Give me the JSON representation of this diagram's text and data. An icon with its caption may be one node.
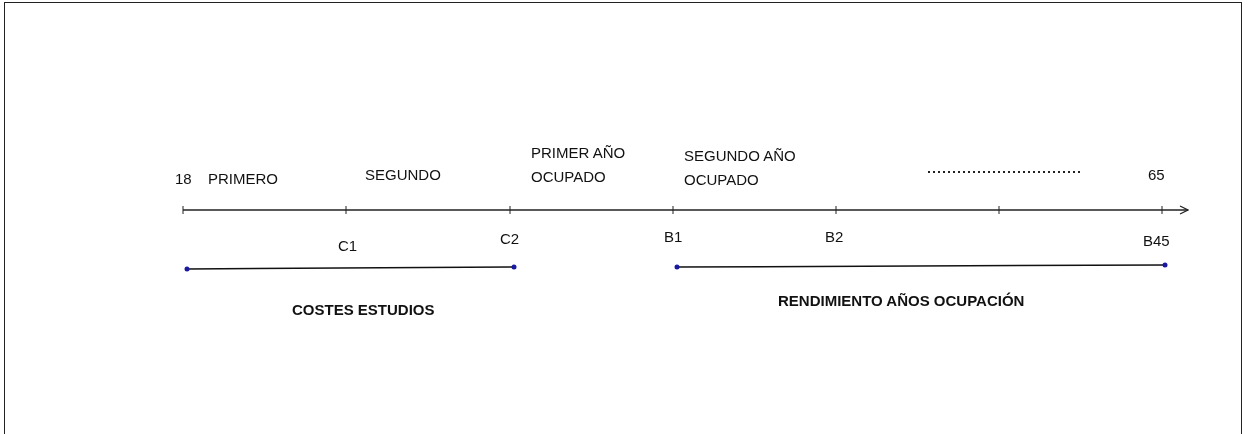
{
  "diagram": {
    "labels": [
      "18",
      "PRIMERO",
      "SEGUNDO",
      "PRIMER AÑO OCUPADO",
      "SEGUNDO AÑO OCUPADO",
      "65",
      "C1",
      "C2",
      "B1",
      "B2",
      "B45",
      "COSTES ESTUDIOS",
      "RENDIMIENTO AÑOS OCUPACIÓN"
    ]
  }
}
